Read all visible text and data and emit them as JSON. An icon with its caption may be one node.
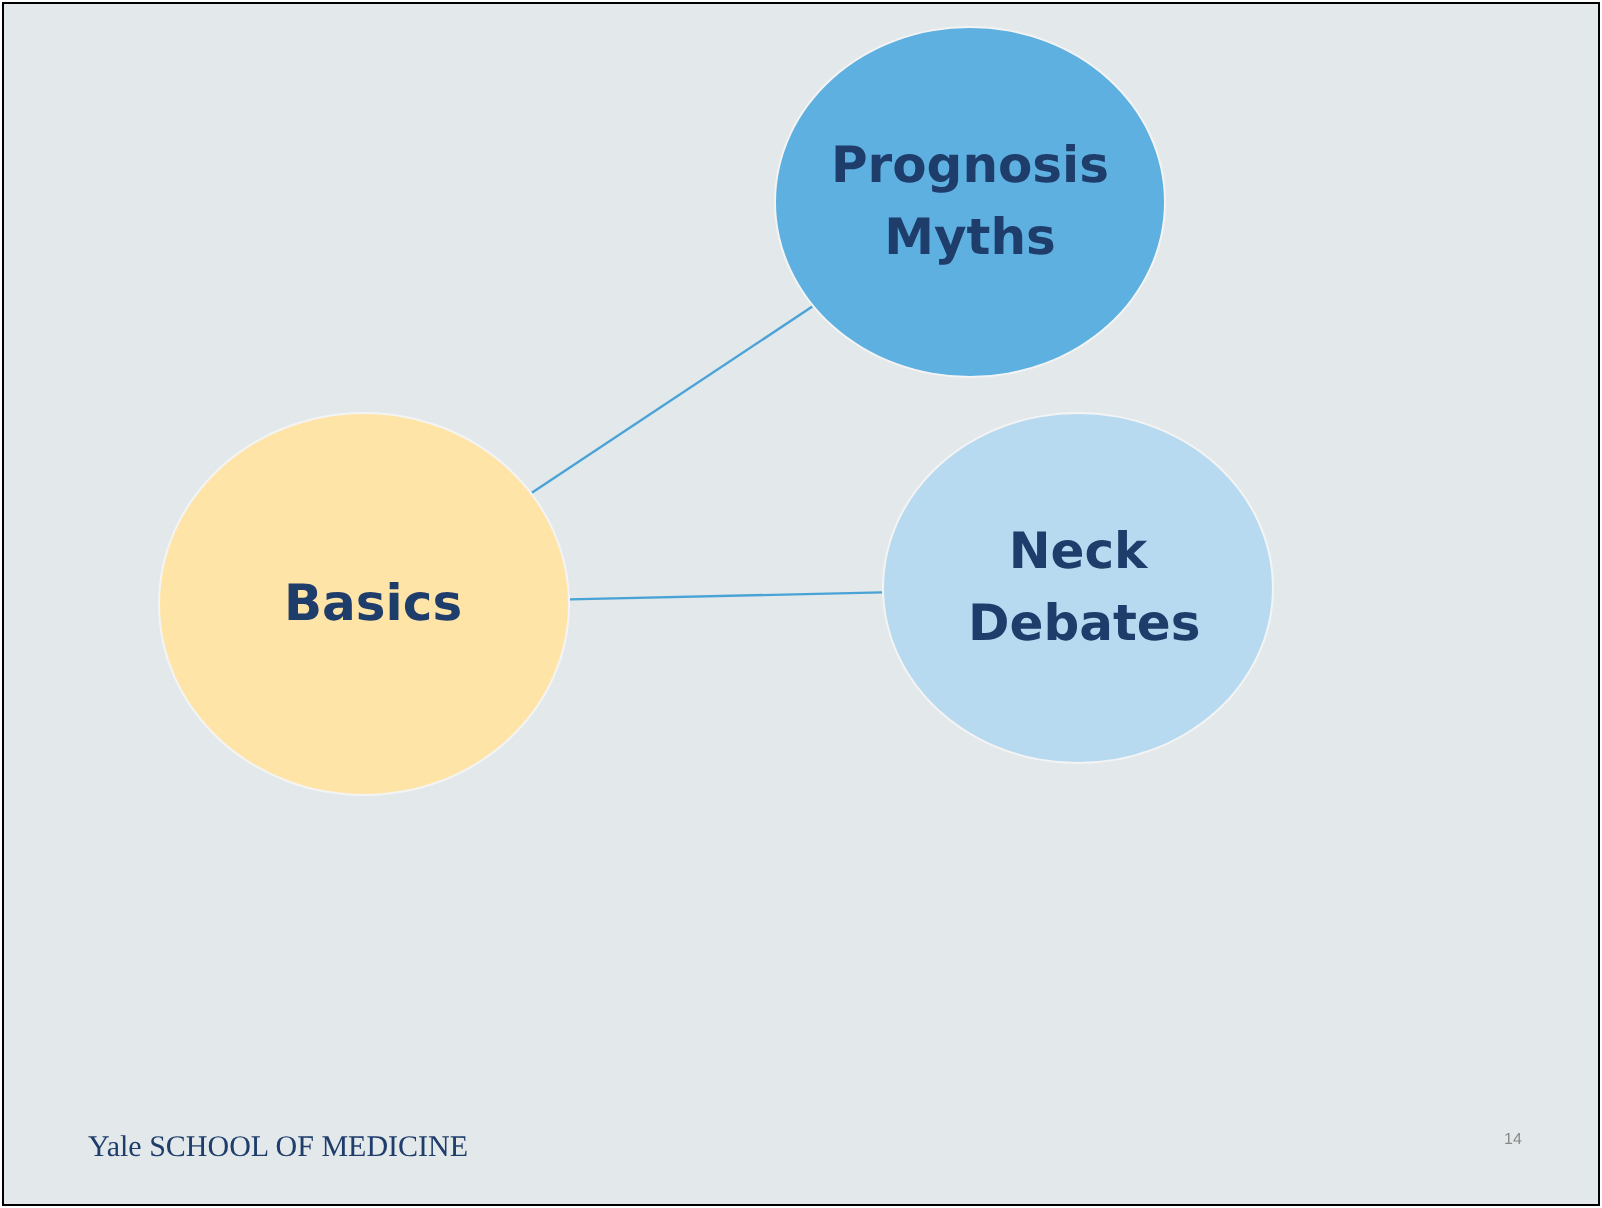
{
  "diagram": {
    "nodes": [
      {
        "text": [
          "Basics"
        ]
      },
      {
        "text": [
          "Prognosis Myths"
        ]
      },
      {
        "text": [
          "Neck Debates"
        ]
      }
    ],
    "edges": [
      {
        "from": 0,
        "to": 1,
        "arrow": "none"
      },
      {
        "from": 0,
        "to": 2,
        "arrow": "none"
      }
    ],
    "labels": [
      "Yale SCHOOL OF MEDICINE",
      "14"
    ]
  }
}
